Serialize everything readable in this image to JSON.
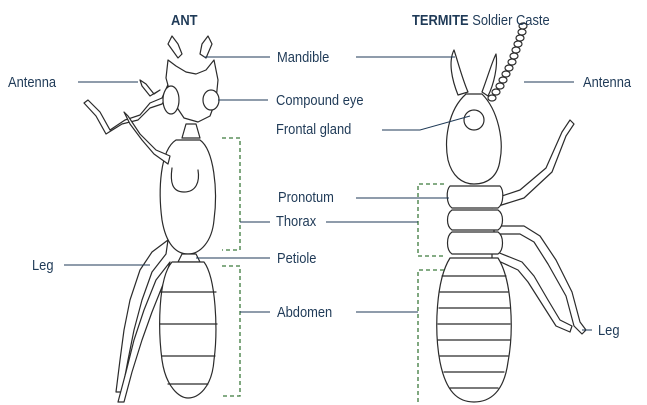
{
  "titles": {
    "ant": "ANT",
    "termite_bold": "TERMITE",
    "termite_rest": " Soldier Caste"
  },
  "labels": {
    "ant_antenna": "Antenna",
    "mandible": "Mandible",
    "compound_eye": "Compound eye",
    "frontal_gland": "Frontal gland",
    "pronotum": "Pronotum",
    "thorax": "Thorax",
    "petiole": "Petiole",
    "abdomen": "Abdomen",
    "ant_leg": "Leg",
    "termite_antenna": "Antenna",
    "termite_leg": "Leg"
  },
  "colors": {
    "ink": "#1f3a57",
    "outline": "#2b2b2b",
    "bracket": "#3c7a3c"
  }
}
